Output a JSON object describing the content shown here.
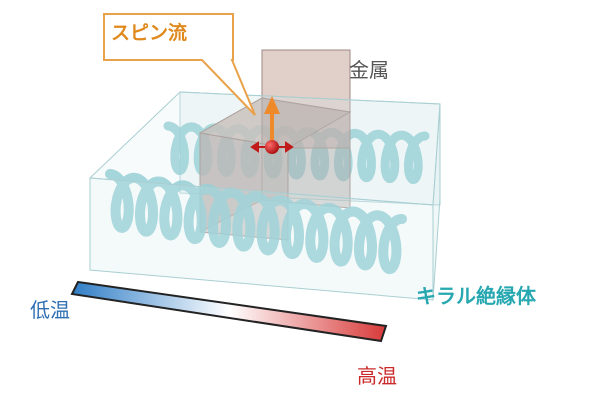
{
  "labels": {
    "spin_current": "スピン流",
    "metal": "金属",
    "chiral_insulator": "キラル絶縁体",
    "low_temp": "低温",
    "high_temp": "高温"
  },
  "colors": {
    "spin_label": "#e08a1e",
    "metal_label": "#555555",
    "chiral_label": "#27a8b1",
    "low_label": "#2f6fb3",
    "high_label": "#cc2a2a",
    "gradient_cold": "#2f7dc7",
    "gradient_hot": "#d83a3a",
    "helix": "#7ec6cc",
    "arrow": "#ef8a2b",
    "electron": "#c21a1a"
  }
}
